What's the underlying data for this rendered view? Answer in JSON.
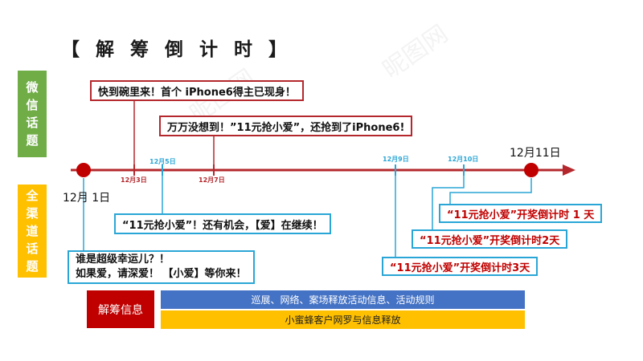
{
  "title": "【 解 筹 倒 计 时 】",
  "side_labels": {
    "wechat": "微信话题",
    "overall": "全渠道话题"
  },
  "dates": {
    "start": "12月 1日",
    "end": "12月11日"
  },
  "date_tags": {
    "dec3": "12月3日",
    "dec5": "12月5日",
    "dec7": "12月7日",
    "dec9": "12月9日",
    "dec10": "12月10日"
  },
  "callouts": {
    "wechat_1": "快到碗里来！首个 iPhone6得主已现身！",
    "wechat_2": "万万没想到！”11元抢小爱”，还抢到了iPhone6!",
    "overall_1": "“11元抢小爱”！还有机会，【爱】在继续！",
    "overall_2_line1": "谁是超级幸运儿？！",
    "overall_2_line2": "如果爱，请深爱！ 【小爱】等你来！",
    "countdown_1": "“11元抢小爱”开奖倒计时 1 天",
    "countdown_2": "“11元抢小爱”开奖倒计时2天",
    "countdown_3": "“11元抢小爱”开奖倒计时3天"
  },
  "info": {
    "label": "解筹信息",
    "bar_blue": "巡展、网络、案场释放活动信息、活动规则",
    "bar_yellow": "小蜜蜂客户网罗与信息释放"
  },
  "colors": {
    "timeline_red": "#b4282d",
    "callout_blue": "#2aa6d6",
    "wechat_green": "#70ad47",
    "overall_yellow": "#ffc000",
    "info_red": "#c00000",
    "bar_blue": "#4472c4"
  }
}
